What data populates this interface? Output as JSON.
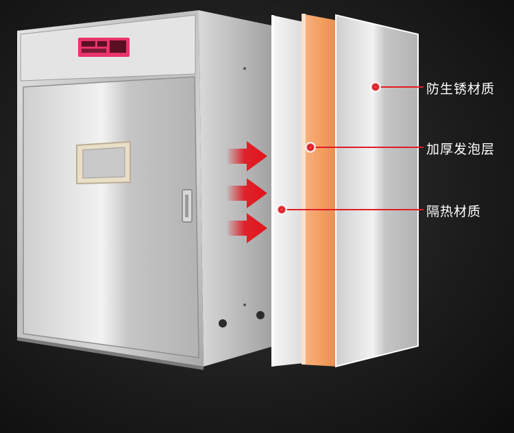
{
  "callouts": [
    {
      "label": "防生锈材质"
    },
    {
      "label": "加厚发泡层"
    },
    {
      "label": "隔热材质"
    }
  ],
  "colors": {
    "callout_line": "#e21b22",
    "foam_layer": "#f0a46a",
    "arrow": "#e3121b",
    "control_panel": "#e8336b"
  }
}
